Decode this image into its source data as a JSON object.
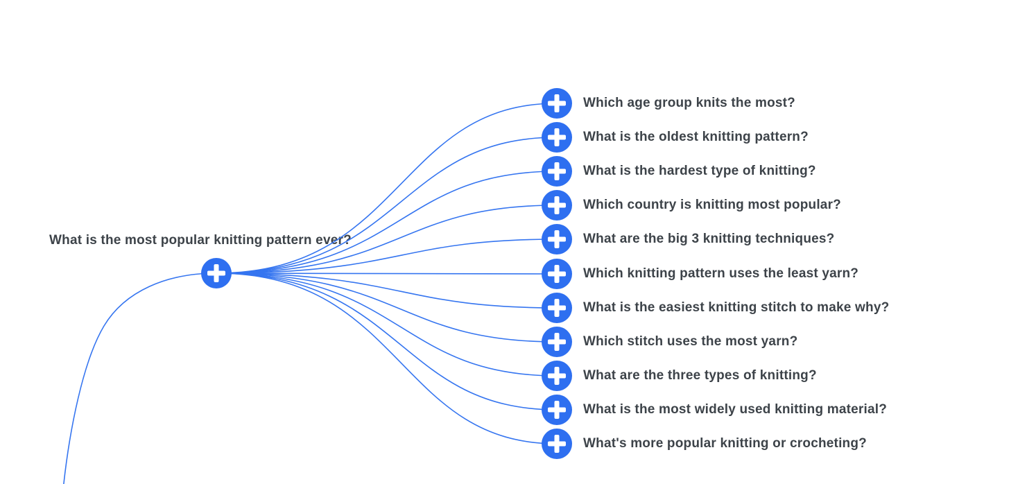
{
  "colors": {
    "accent_blue": "#2e6ff0",
    "edge_blue": "#3575f0",
    "text": "#3d4349",
    "background": "#ffffff"
  },
  "root": {
    "label": "What is the most popular knitting pattern ever?",
    "icon": "plus-icon"
  },
  "children": [
    {
      "label": "Which age group knits the most?",
      "icon": "plus-icon"
    },
    {
      "label": "What is the oldest knitting pattern?",
      "icon": "plus-icon"
    },
    {
      "label": "What is the hardest type of knitting?",
      "icon": "plus-icon"
    },
    {
      "label": "Which country is knitting most popular?",
      "icon": "plus-icon"
    },
    {
      "label": "What are the big 3 knitting techniques?",
      "icon": "plus-icon"
    },
    {
      "label": "Which knitting pattern uses the least yarn?",
      "icon": "plus-icon"
    },
    {
      "label": "What is the easiest knitting stitch to make why?",
      "icon": "plus-icon"
    },
    {
      "label": "Which stitch uses the most yarn?",
      "icon": "plus-icon"
    },
    {
      "label": "What are the three types of knitting?",
      "icon": "plus-icon"
    },
    {
      "label": "What is the most widely used knitting material?",
      "icon": "plus-icon"
    },
    {
      "label": "What's more popular knitting or crocheting?",
      "icon": "plus-icon"
    }
  ]
}
